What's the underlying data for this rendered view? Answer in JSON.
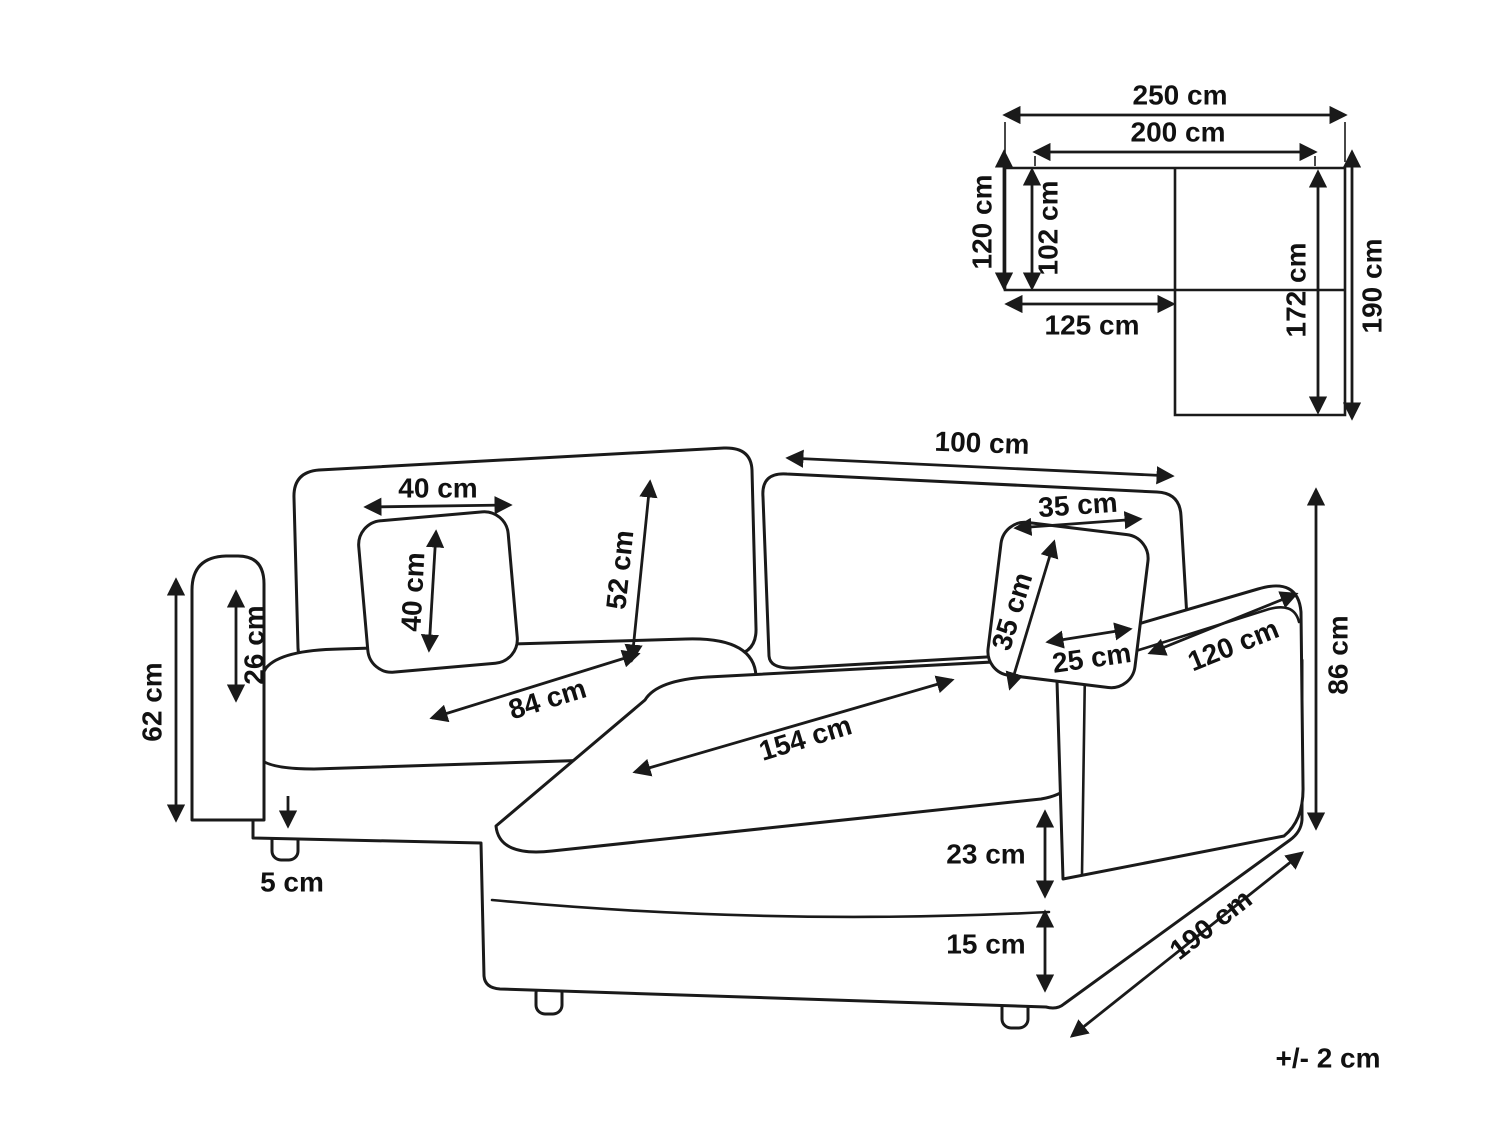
{
  "diagram": {
    "kind": "corner-sofa-dimension-diagram",
    "tolerance_note": "+/- 2 cm",
    "colors": {
      "ink": "#1a1a1a",
      "background": "#ffffff"
    }
  },
  "top_view": {
    "overall_width": "250 cm",
    "inner_width": "200 cm",
    "overall_depth": "120 cm",
    "seat_depth": "102 cm",
    "left_section_width": "125 cm",
    "chaise_inner_length": "172 cm",
    "chaise_overall_length": "190 cm"
  },
  "front_view": {
    "right_backrest_width": "100 cm",
    "left_pillow_width": "40 cm",
    "backrest_height": "52 cm",
    "left_pillow_height": "40 cm",
    "right_pillow_width": "35 cm",
    "armrest_above_seat": "26 cm",
    "right_pillow_height": "35 cm",
    "armrest_total_height": "62 cm",
    "left_seat_depth": "84 cm",
    "armrest_width": "25 cm",
    "armrest_length": "120 cm",
    "total_height": "86 cm",
    "chaise_seat_length": "154 cm",
    "seat_cushion_thickness": "23 cm",
    "leg_height": "5 cm",
    "base_height": "15 cm",
    "chaise_overall_depth": "190 cm"
  }
}
